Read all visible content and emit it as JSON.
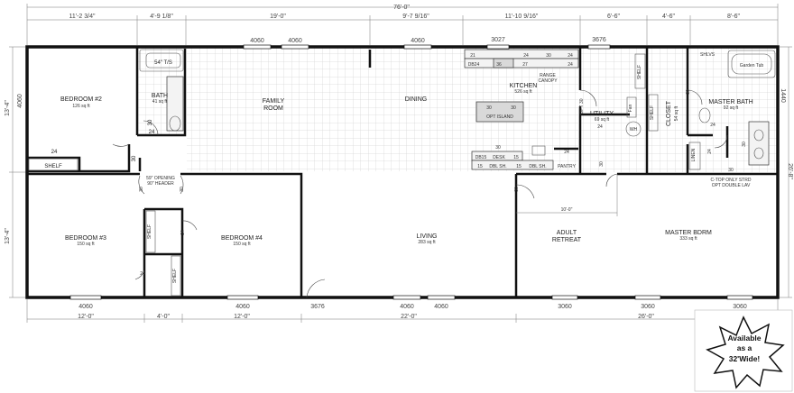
{
  "overall_dim": "76'-0\"",
  "top_dims": [
    "11'-2 3/4\"",
    "4'-9 1/8\"",
    "19'-0\"",
    "9'-7 9/16\"",
    "11'-10 9/16\"",
    "6'-6\"",
    "4'-6\"",
    "8'-6\""
  ],
  "bottom_dims": [
    "12'-0\"",
    "4'-0\"",
    "12'-0\"",
    "22'-0\"",
    "26'-0\""
  ],
  "left_dims": [
    "13'-4\"",
    "13'-4\""
  ],
  "right_dims": [
    "26'-8\""
  ],
  "windows_top": [
    "4060",
    "4060",
    "4060",
    "3027",
    "3676"
  ],
  "windows_bottom": [
    "4060",
    "4060",
    "3676",
    "4060",
    "4060",
    "3060",
    "3060",
    "3060"
  ],
  "windows_left": [
    "4060"
  ],
  "windows_right": [
    "1440"
  ],
  "rooms": {
    "bedroom2": {
      "name": "BEDROOM #2",
      "area": "126 sq ft"
    },
    "bath": {
      "name": "BATH",
      "area": "41 sq ft"
    },
    "family": {
      "line1": "FAMILY",
      "line2": "ROOM"
    },
    "dining": {
      "name": "DINING"
    },
    "kitchen": {
      "name": "KITCHEN",
      "area": "526 sq ft"
    },
    "utility": {
      "name": "UTILITY",
      "area": "69 sq ft"
    },
    "closet": {
      "name": "CLOSET",
      "area": "54 sq ft"
    },
    "master_bath": {
      "name": "MASTER BATH",
      "area": "92 sq ft"
    },
    "bedroom3": {
      "name": "BEDROOM #3",
      "area": "150 sq ft"
    },
    "bedroom4": {
      "name": "BEDROOM #4",
      "area": "150 sq ft"
    },
    "living": {
      "name": "LIVING",
      "area": "283 sq ft"
    },
    "adult_retreat": {
      "line1": "ADULT",
      "line2": "RETREAT"
    },
    "master_bdrm": {
      "name": "MASTER BDRM",
      "area": "333 sq ft"
    }
  },
  "labels": {
    "tub": "54\" T/S",
    "shelf1": "SHELF",
    "shelf_util": "SHELF",
    "shelf_closet": "SHELF",
    "shelf_b3": "SHELF",
    "shelf_b4": "SHELF",
    "shlvs": "SHLVS",
    "garden_tub": "Garden Tub",
    "opening1": "59\" OPENING",
    "opening2": "90\" HEADER",
    "range1": "RANGE",
    "range2": "CANOPY",
    "opt_island": "OPT ISLAND",
    "opt30": "OPT 30",
    "fan": "Fan",
    "wh": "WH",
    "linen": "LINEN",
    "desk": "DESK",
    "db15": "DB15",
    "dbl_sh1": "DBL SH.",
    "dbl_sh2": "DBL SH.",
    "pantry": "PANTRY",
    "ctop1": "C-TOP ONLY STRD",
    "ctop2": "OPT DOUBLE LAV",
    "retreat_dim": "10'-0\"",
    "db24": "DB24"
  },
  "cabinet_nums": {
    "c21": "21",
    "c24a": "24",
    "c30a": "30",
    "c24b": "24",
    "c36": "36",
    "c27": "27",
    "c24c": "24",
    "isl30a": "30",
    "isl30b": "30",
    "k30": "30",
    "k15a": "15",
    "k15b": "15",
    "k15c": "15",
    "b24": "24",
    "b30": "30",
    "b24b": "24",
    "b30b": "30",
    "u24": "24",
    "u30": "30",
    "mb30a": "30",
    "mb30b": "30",
    "mb24": "24",
    "mb30c": "30",
    "h30": "30",
    "h24a": "24",
    "h24b": "24",
    "l30": "30",
    "r30": "30",
    "p24": "24",
    "mb24b": "24"
  },
  "badge": {
    "line1": "Available",
    "line2": "as a",
    "line3": "32'Wide!"
  }
}
